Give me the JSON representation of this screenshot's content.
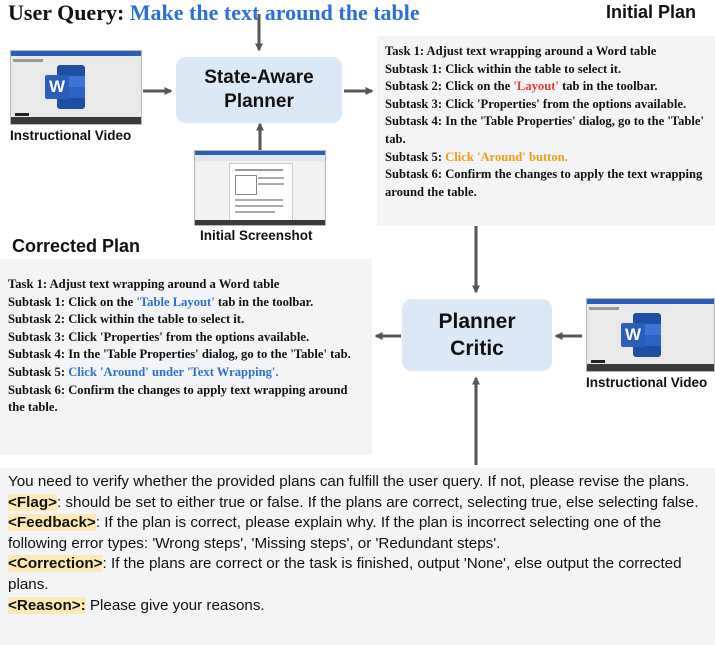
{
  "user_query": {
    "label": "User Query:",
    "text": "Make the text around the table"
  },
  "headings": {
    "initial_plan": "Initial Plan",
    "corrected_plan": "Corrected Plan"
  },
  "nodes": {
    "state_aware": [
      "State-Aware",
      "Planner"
    ],
    "critic": [
      "Planner",
      "Critic"
    ]
  },
  "captions": {
    "video_left": "Instructional Video",
    "screenshot": "Initial Screenshot",
    "video_right": "Instructional Video"
  },
  "initial_plan": {
    "task": "Task 1: Adjust text wrapping around a Word table",
    "s1": "Subtask 1: Click within the table to select it.",
    "s2_pre": "Subtask 2: Click on the ",
    "s2_hl": "'Layout'",
    "s2_post": " tab in the toolbar.",
    "s3": "Subtask 3: Click 'Properties' from the options available.",
    "s4": "Subtask 4: In the 'Table Properties' dialog, go to the 'Table' tab.",
    "s5_pre": "Subtask 5: ",
    "s5_hl": "Click 'Around' button.",
    "s6": "Subtask 6: Confirm the changes to apply the text wrapping around the table."
  },
  "corrected_plan": {
    "task": "Task 1: Adjust text wrapping around a Word table",
    "s1_pre": "Subtask 1: Click on the ",
    "s1_hl": "'Table Layout'",
    "s1_post": " tab in the toolbar.",
    "s2": "Subtask 2: Click within the table to select it.",
    "s3": "Subtask 3: Click 'Properties' from the options available.",
    "s4": "Subtask 4: In the 'Table Properties' dialog, go to the 'Table' tab.",
    "s5_pre": "Subtask 5: ",
    "s5_hl": "Click 'Around' under 'Text Wrapping'.",
    "s6": "Subtask 6: Confirm the changes to apply text wrapping around the table."
  },
  "prompt": {
    "intro": "You need to verify whether the provided plans can fulfill the user query. If not, please revise the plans.",
    "flag_tag": "<Flag>",
    "flag_text": ": should be set to either true or false. If the plans are correct, selecting true, else selecting false.",
    "feedback_tag": "<Feedback>",
    "feedback_text": ": If the plan is correct, please explain why. If the plan is incorrect selecting one of the following error types: 'Wrong steps', 'Missing steps', or 'Redundant steps'.",
    "correction_tag": "<Correction>",
    "correction_text": ": If the plans are correct or the task is finished, output 'None', else output the corrected plans.",
    "reason_tag": "<Reason>:",
    "reason_text": " Please give your reasons."
  },
  "colors": {
    "query_blue": "#2e6fd6",
    "node_fill": "#dbe8f5",
    "arrow": "#555555",
    "highlight_red": "#e53935",
    "highlight_orange": "#f39c12",
    "highlight_blue": "#2f6fd0",
    "tag_bg": "#fde9b5",
    "word_blue": "#2b5eb8"
  },
  "icons": [
    "word-logo-icon"
  ]
}
